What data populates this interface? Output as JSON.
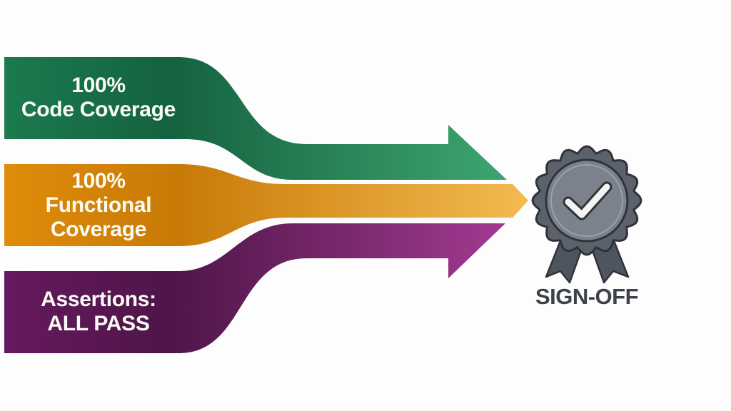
{
  "streams": [
    {
      "lines": [
        "100%",
        "Code Coverage"
      ],
      "color_start": "#1a6e48",
      "color_end": "#3fa36e"
    },
    {
      "lines": [
        "100%",
        "Functional",
        "Coverage"
      ],
      "color_start": "#d98a0c",
      "color_end": "#f2b84e"
    },
    {
      "lines": [
        "Assertions:",
        "ALL PASS"
      ],
      "color_start": "#5e1a5e",
      "color_end": "#a33a92"
    }
  ],
  "badge": {
    "icon": "award-ribbon-check-icon",
    "label": "SIGN-OFF",
    "color": "#5c626c"
  }
}
